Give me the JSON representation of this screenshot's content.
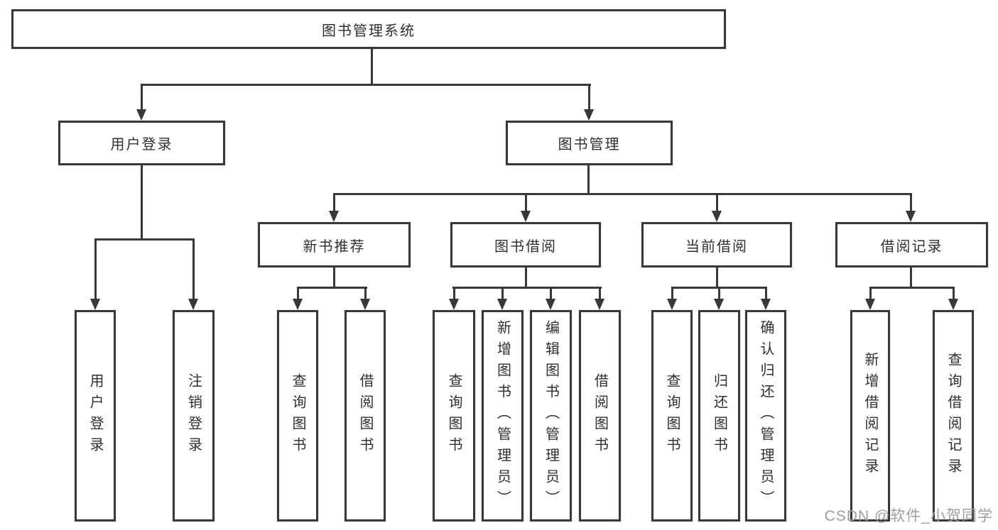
{
  "diagram": {
    "root": "图书管理系统",
    "login": {
      "label": "用户登录",
      "children": [
        "用户登录",
        "注销登录"
      ]
    },
    "management": {
      "label": "图书管理",
      "groups": [
        {
          "label": "新书推荐",
          "children": [
            "查询图书",
            "借阅图书"
          ]
        },
        {
          "label": "图书借阅",
          "children": [
            "查询图书",
            "新增图书（管理员）",
            "编辑图书（管理员）",
            "借阅图书"
          ]
        },
        {
          "label": "当前借阅",
          "children": [
            "查询图书",
            "归还图书",
            "确认归还（管理员）"
          ]
        },
        {
          "label": "借阅记录",
          "children": [
            "新增借阅记录",
            "查询借阅记录"
          ]
        }
      ]
    }
  },
  "watermark": "CSDN @软件_小贺同学",
  "colors": {
    "line": "#383838",
    "text": "#2f2f2f",
    "watermark": "#9e9e9e",
    "background": "#ffffff"
  }
}
